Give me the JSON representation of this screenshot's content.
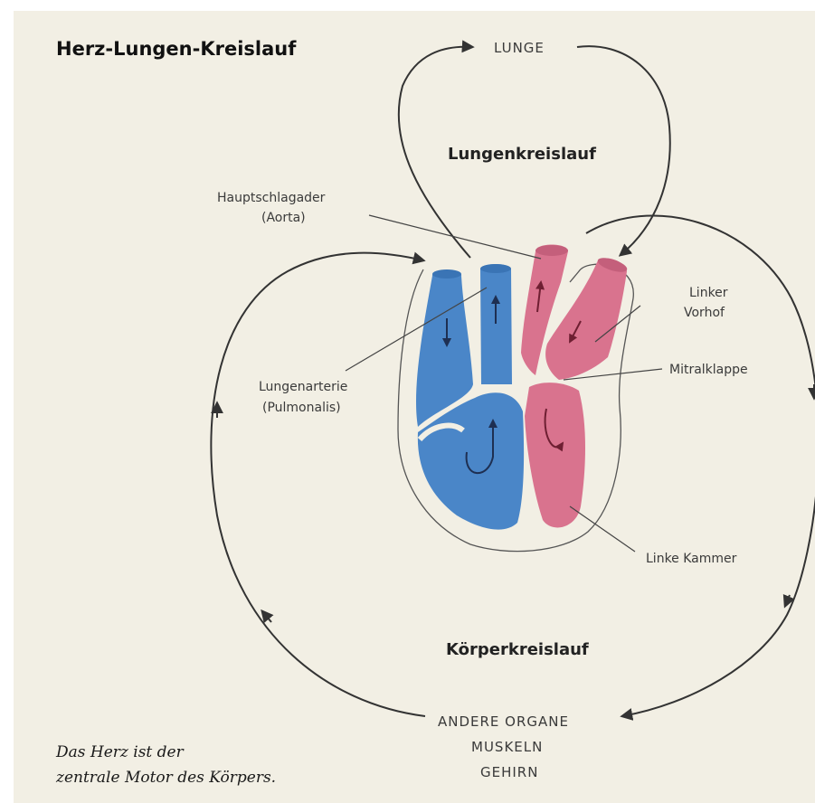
{
  "title": "Herz-Lungen-Kreislauf",
  "caption": {
    "line1": "Das Herz ist der",
    "line2": "zentrale Motor des Körpers."
  },
  "labels": {
    "lunge": "LUNGE",
    "lungenkreislauf": "Lungenkreislauf",
    "aorta_line1": "Hauptschlagader",
    "aorta_line2": "(Aorta)",
    "linker_vorhof_line1": "Linker",
    "linker_vorhof_line2": "Vorhof",
    "mitralklappe": "Mitralklappe",
    "lungenarterie_line1": "Lungenarterie",
    "lungenarterie_line2": "(Pulmonalis)",
    "linke_kammer": "Linke Kammer",
    "koerperkreislauf": "Körperkreislauf",
    "organe_line1": "ANDERE ORGANE",
    "organe_line2": "MUSKELN",
    "organe_line3": "GEHIRN"
  },
  "colors": {
    "background": "#f2efe4",
    "deoxygenated_blood": "#4a86c8",
    "oxygenated_blood": "#d9738e",
    "flow_lines": "#333333",
    "blood_arrows_blue": "#1e2f52",
    "blood_arrows_red": "#6e1f32"
  }
}
